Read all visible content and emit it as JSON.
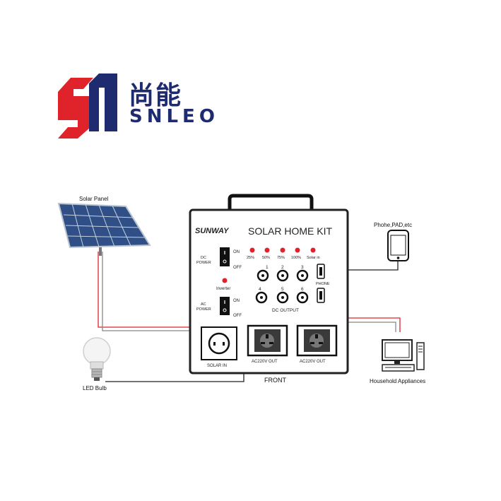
{
  "logo": {
    "chinese": "尚能",
    "english": "SNLEO",
    "colors": {
      "red": "#e0232b",
      "navy": "#1e2b6e"
    }
  },
  "labels": {
    "solar_panel": "Solar Panel",
    "led_bulb": "LED Bulb",
    "front": "FRONT",
    "phone_pad": "Phohe,PAD,etc",
    "household": "Household Appliances"
  },
  "kit": {
    "brand": "SUNWAY",
    "title": "SOLAR HOME KIT",
    "battery_levels": [
      "25%",
      "50%",
      "75%",
      "100%"
    ],
    "solar_in_indicator": "Solar in",
    "dc_power_line1": "DC",
    "dc_power_line2": "POWER",
    "ac_power_line1": "AC",
    "ac_power_line2": "POWER",
    "on": "ON",
    "off": "OFF",
    "inverter": "Inverter",
    "dc_ports": [
      "1",
      "2",
      "3",
      "4",
      "5",
      "6"
    ],
    "dc_output": "DC OUTPUT",
    "phone": "PHONE",
    "solar_in": "SOLAR IN",
    "ac_out_1": "AC220V OUT",
    "ac_out_2": "AC220V OUT"
  }
}
